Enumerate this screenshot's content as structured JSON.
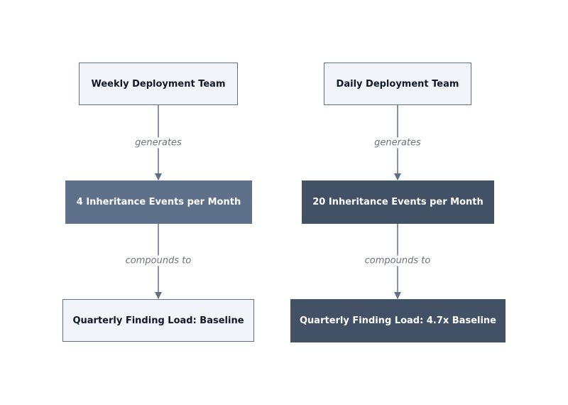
{
  "left_column": {
    "source": "Weekly Deployment Team",
    "edge1": "generates",
    "middle": "4 Inheritance Events per Month",
    "edge2": "compounds to",
    "result": "Quarterly Finding Load: Baseline"
  },
  "right_column": {
    "source": "Daily Deployment Team",
    "edge1": "generates",
    "middle": "20 Inheritance Events per Month",
    "edge2": "compounds to",
    "result": "Quarterly Finding Load: 4.7x Baseline"
  },
  "colors": {
    "light_fill": "#f1f4f8",
    "border": "#5f6f88",
    "mid_fill": "#5f708b",
    "dark_fill": "#425166",
    "edge": "#5f6f88",
    "edge_label": "#6b7280"
  }
}
